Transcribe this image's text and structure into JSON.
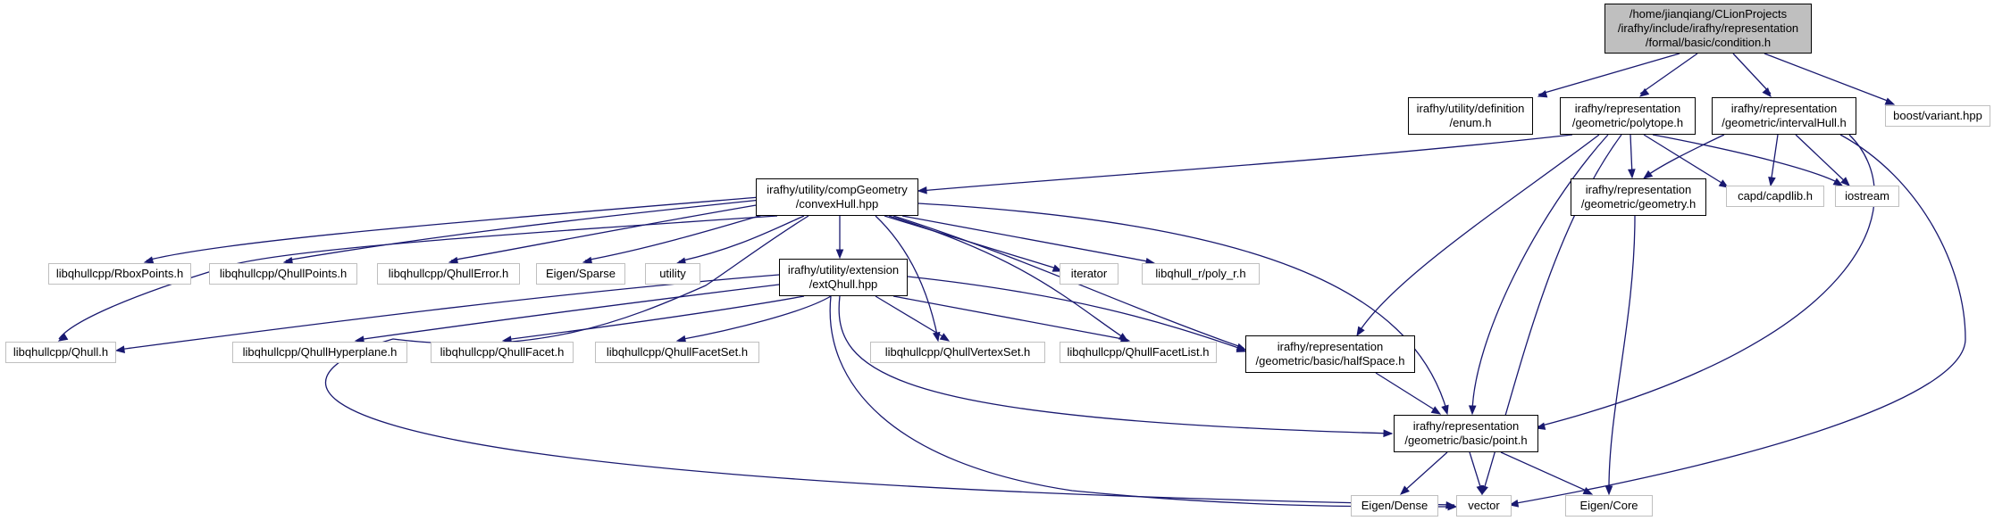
{
  "colors": {
    "edge": "#191970",
    "root_fill": "#bfbfbf",
    "internal_border": "#000000",
    "external_border": "#bfbfbf"
  },
  "nodes": {
    "root": {
      "lines": [
        "/home/jianqiang/CLionProjects",
        "/irafhy/include/irafhy/representation",
        "/formal/basic/condition.h"
      ]
    },
    "enum": {
      "lines": [
        "irafhy/utility/definition",
        "/enum.h"
      ]
    },
    "polytope": {
      "lines": [
        "irafhy/representation",
        "/geometric/polytope.h"
      ]
    },
    "intervalhull": {
      "lines": [
        "irafhy/representation",
        "/geometric/intervalHull.h"
      ]
    },
    "boostvariant": {
      "lines": [
        "boost/variant.hpp"
      ]
    },
    "convexhull": {
      "lines": [
        "irafhy/utility/compGeometry",
        "/convexHull.hpp"
      ]
    },
    "geometry": {
      "lines": [
        "irafhy/representation",
        "/geometric/geometry.h"
      ]
    },
    "capdlib": {
      "lines": [
        "capd/capdlib.h"
      ]
    },
    "iostream": {
      "lines": [
        "iostream"
      ]
    },
    "rboxpoints": {
      "lines": [
        "libqhullcpp/RboxPoints.h"
      ]
    },
    "qhullpoints": {
      "lines": [
        "libqhullcpp/QhullPoints.h"
      ]
    },
    "qhullerror": {
      "lines": [
        "libqhullcpp/QhullError.h"
      ]
    },
    "eigensparse": {
      "lines": [
        "Eigen/Sparse"
      ]
    },
    "utility": {
      "lines": [
        "utility"
      ]
    },
    "extqhull": {
      "lines": [
        "irafhy/utility/extension",
        "/extQhull.hpp"
      ]
    },
    "iterator": {
      "lines": [
        "iterator"
      ]
    },
    "polyr": {
      "lines": [
        "libqhull_r/poly_r.h"
      ]
    },
    "qhull": {
      "lines": [
        "libqhullcpp/Qhull.h"
      ]
    },
    "hyperplane": {
      "lines": [
        "libqhullcpp/QhullHyperplane.h"
      ]
    },
    "facet": {
      "lines": [
        "libqhullcpp/QhullFacet.h"
      ]
    },
    "facetset": {
      "lines": [
        "libqhullcpp/QhullFacetSet.h"
      ]
    },
    "vertexset": {
      "lines": [
        "libqhullcpp/QhullVertexSet.h"
      ]
    },
    "facetlist": {
      "lines": [
        "libqhullcpp/QhullFacetList.h"
      ]
    },
    "halfspace": {
      "lines": [
        "irafhy/representation",
        "/geometric/basic/halfSpace.h"
      ]
    },
    "point": {
      "lines": [
        "irafhy/representation",
        "/geometric/basic/point.h"
      ]
    },
    "eigendense": {
      "lines": [
        "Eigen/Dense"
      ]
    },
    "vector": {
      "lines": [
        "vector"
      ]
    },
    "eigencore": {
      "lines": [
        "Eigen/Core"
      ]
    }
  }
}
